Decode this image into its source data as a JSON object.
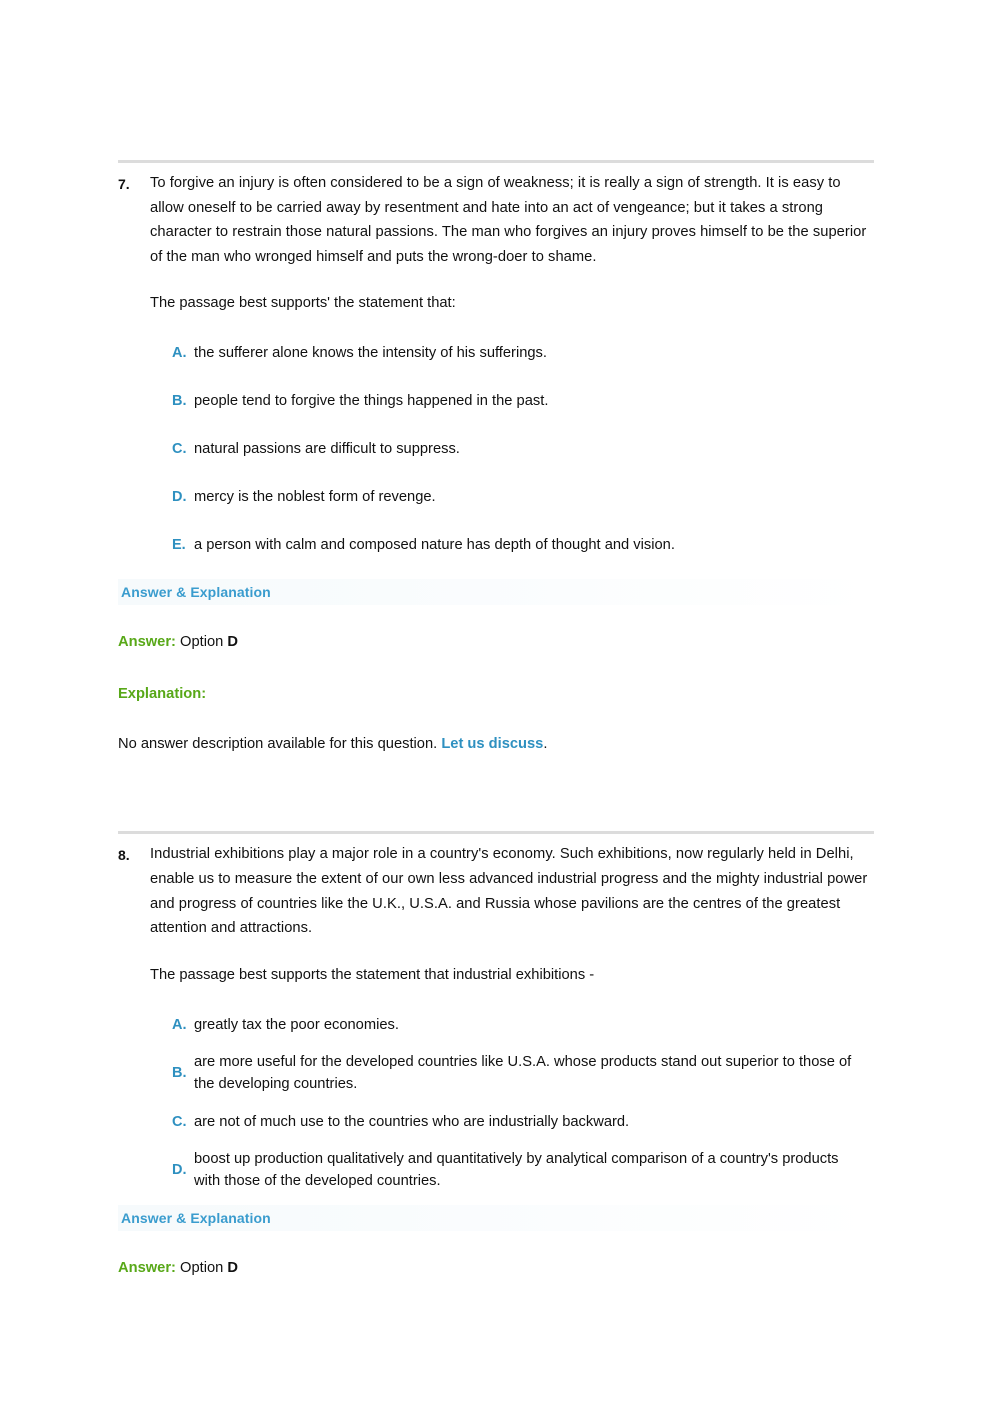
{
  "document": {
    "type": "quiz-page",
    "accent_blue": "#2e90c0",
    "heading_blue": "#3a9cce",
    "accent_green": "#58a818",
    "divider_gray": "#dcdcdc",
    "text_color": "#111111"
  },
  "questions": [
    {
      "number": "7.",
      "passage": "To forgive an injury is often considered to be a sign of weakness; it is really a sign of strength. It is easy to allow oneself to be carried away by resentment and hate into an act of vengeance; but it takes a strong character to restrain those natural passions. The man who forgives an injury proves himself to be the superior of the man who wronged himself and puts the wrong-doer to shame.",
      "prompt": "The passage best supports' the statement that:",
      "options": [
        {
          "letter": "A.",
          "text": "the sufferer alone knows the intensity of his sufferings."
        },
        {
          "letter": "B.",
          "text": "people tend to forgive the things happened in the past."
        },
        {
          "letter": "C.",
          "text": "natural passions are difficult to suppress."
        },
        {
          "letter": "D.",
          "text": "mercy is the noblest form of revenge."
        },
        {
          "letter": "E.",
          "text": "a person with calm and composed nature has depth of thought and vision."
        }
      ],
      "answer_section_heading": "Answer & Explanation",
      "answer_label": "Answer:",
      "answer_value_prefix": "Option",
      "answer_value": "D",
      "explanation_label": "Explanation:",
      "explanation_text": "No answer description available for this question.",
      "discuss_link": "Let us discuss",
      "explanation_suffix": "."
    },
    {
      "number": "8.",
      "passage": "Industrial exhibitions play a major role in a country's economy. Such exhibitions, now regularly held in Delhi, enable us to measure the extent of our own less advanced industrial progress and the mighty industrial power and progress of countries like the U.K., U.S.A. and Russia whose pavilions are the centres of the greatest attention and attractions.",
      "prompt": "The passage best supports the statement that industrial exhibitions -",
      "options": [
        {
          "letter": "A.",
          "text": "greatly tax the poor economies."
        },
        {
          "letter": "B.",
          "text": "are more useful for the developed countries like U.S.A. whose products stand out superior to those of the developing countries."
        },
        {
          "letter": "C.",
          "text": "are not of much use to the countries who are industrially backward."
        },
        {
          "letter": "D.",
          "text": "boost up production qualitatively and quantitatively by analytical comparison of a country's products with those of the developed countries."
        }
      ],
      "answer_section_heading": "Answer & Explanation",
      "answer_label": "Answer:",
      "answer_value_prefix": "Option",
      "answer_value": "D"
    }
  ]
}
